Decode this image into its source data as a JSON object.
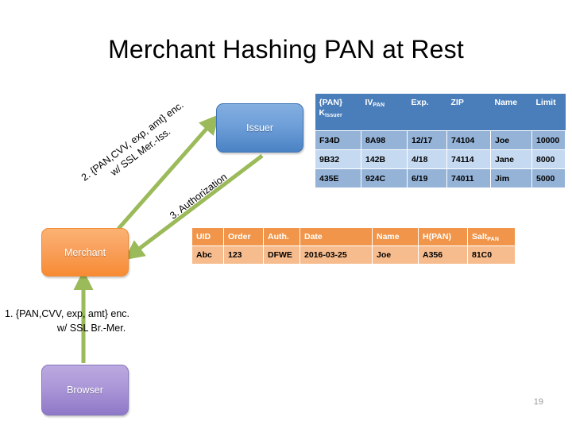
{
  "slide": {
    "title": "Merchant Hashing PAN at Rest",
    "page_number": "19",
    "accent_blue": "#4a7ebb",
    "accent_orange": "#f0954a",
    "accent_purple": "#8f78c7",
    "arrow_color": "#9bba59"
  },
  "nodes": {
    "issuer": {
      "label": "Issuer"
    },
    "merchant": {
      "label": "Merchant"
    },
    "browser": {
      "label": "Browser"
    }
  },
  "flows": {
    "step1": {
      "line1": "1. {PAN,CVV, exp, amt} enc.",
      "line2": "w/ SSL Br.-Mer."
    },
    "step2": {
      "line1": "2. {PAN,CVV, exp, amt} enc.",
      "line2": "w/ SSL Mer.-Iss."
    },
    "step3": {
      "line1": "3. Authorization"
    }
  },
  "issuer_table": {
    "headers": [
      {
        "main": "{PAN}",
        "sub_line": "K",
        "sub_script": "Issuer"
      },
      {
        "main": "IV",
        "sub_script": "PAN"
      },
      {
        "main": "Exp."
      },
      {
        "main": "ZIP"
      },
      {
        "main": "Name"
      },
      {
        "main": "Limit"
      }
    ],
    "rows": [
      [
        "F34D",
        "8A98",
        "12/17",
        "74104",
        "Joe",
        "10000"
      ],
      [
        "9B32",
        "142B",
        "4/18",
        "74114",
        "Jane",
        "8000"
      ],
      [
        "435E",
        "924C",
        "6/19",
        "74011",
        "Jim",
        "5000"
      ]
    ]
  },
  "merchant_table": {
    "headers": [
      {
        "main": "UID"
      },
      {
        "main": "Order"
      },
      {
        "main": "Auth."
      },
      {
        "main": "Date"
      },
      {
        "main": "Name"
      },
      {
        "main": "H(PAN)"
      },
      {
        "main": "Salt",
        "sub_script": "PAN"
      }
    ],
    "rows": [
      [
        "Abc",
        "123",
        "DFWE",
        "2016-03-25",
        "Joe",
        "A356",
        "81C0"
      ]
    ]
  }
}
